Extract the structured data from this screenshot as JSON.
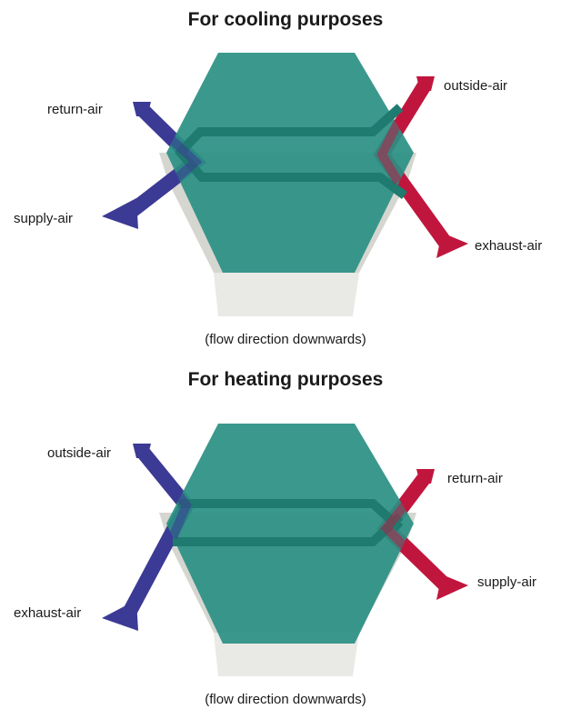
{
  "panels": [
    {
      "title": "For cooling purposes",
      "labels": {
        "top_left": "return-air",
        "top_right": "outside-air",
        "bottom_left": "supply-air",
        "bottom_right": "exhaust-air"
      },
      "caption": "(flow direction downwards)"
    },
    {
      "title": "For heating purposes",
      "labels": {
        "top_left": "outside-air",
        "top_right": "return-air",
        "bottom_left": "exhaust-air",
        "bottom_right": "supply-air"
      },
      "caption": "(flow direction downwards)"
    }
  ],
  "colors": {
    "core": "#2a8f83",
    "channel": "#1f7a70",
    "housing": "#e2e2de",
    "blue_airflow": "#3b3a94",
    "red_airflow": "#c0163d"
  }
}
